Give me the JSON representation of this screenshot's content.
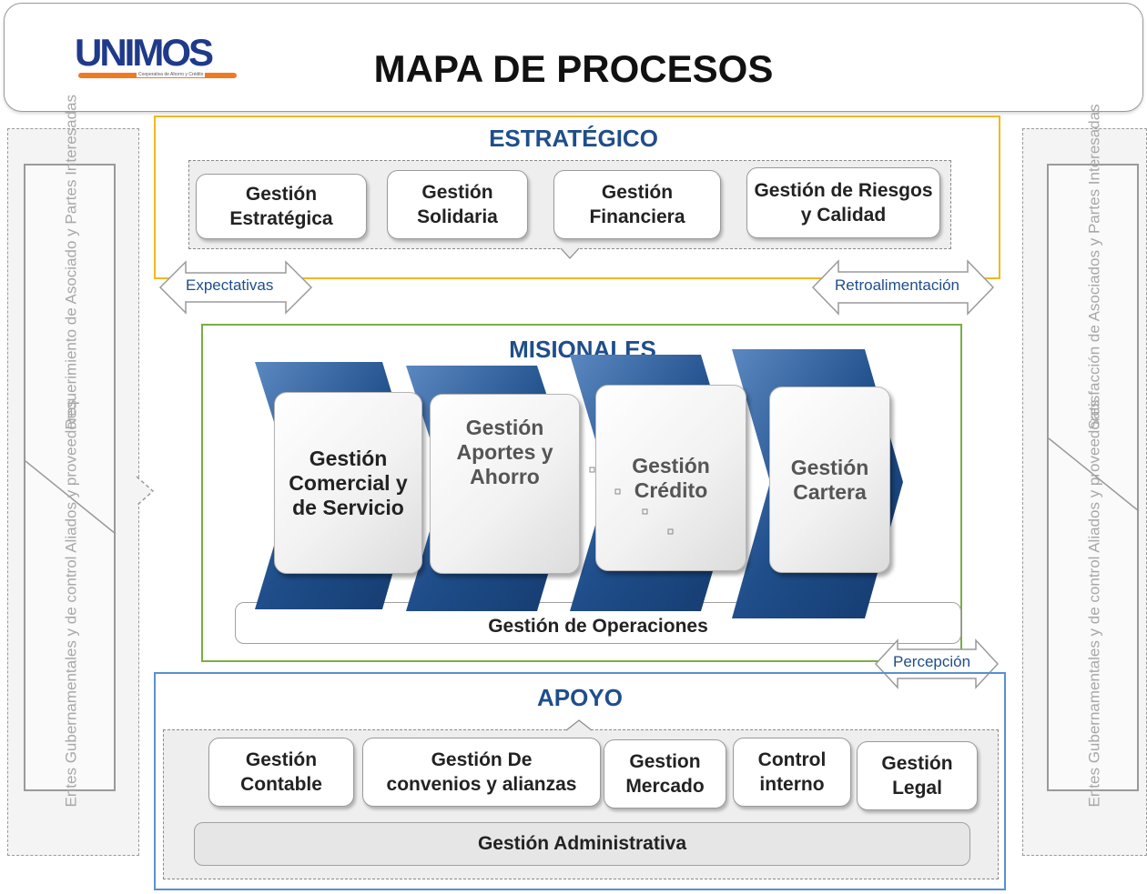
{
  "header": {
    "logo_text": "UNIMOS",
    "logo_subtitle": "Cooperativa de Ahorro y Crédito",
    "title": "MAPA DE PROCESOS"
  },
  "left_panel": {
    "upper_text": "Requerimiento de Asociado y\nPartes Interesadas",
    "lower_text": "Entes Gubernamentales y de control\nAliados y proveedores"
  },
  "right_panel": {
    "upper_text": "Satisfacción de Asociados y\nPartes Interesadas",
    "lower_text": "Entes Gubernamentales y de control\nAliados y proveedores"
  },
  "estrategico": {
    "title": "ESTRATÉGICO",
    "processes": [
      "Gestión\nEstratégica",
      "Gestión\nSolidaria",
      "Gestión\nFinanciera",
      "Gestión de Riesgos\ny Calidad"
    ]
  },
  "arrows": {
    "expectativas": "Expectativas",
    "retroalimentacion": "Retroalimentación",
    "percepcion": "Percepción"
  },
  "misionales": {
    "title": "MISIONALES",
    "processes": [
      "Gestión\nComercial y\nde Servicio",
      "Gestión\nAportes y\nAhorro",
      "Gestión\nCrédito",
      "Gestión\nCartera"
    ],
    "operations": "Gestión de Operaciones"
  },
  "apoyo": {
    "title": "APOYO",
    "processes": [
      "Gestión\nContable",
      "Gestión De\nconvenios y alianzas",
      "Gestion\nMercado",
      "Control\ninterno",
      "Gestión\nLegal"
    ],
    "administrativa": "Gestión Administrativa"
  },
  "colors": {
    "estrategico_border": "#f2b81f",
    "misionales_border": "#7aae41",
    "apoyo_border": "#5a8fd4",
    "title_blue": "#1f4e8a",
    "chevron_dark": "#1f4e8a",
    "logo_orange": "#f07a22"
  }
}
